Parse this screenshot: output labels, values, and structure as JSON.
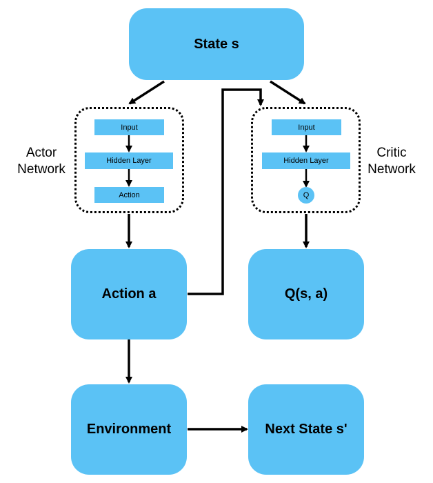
{
  "colors": {
    "node_fill": "#5BC2F5",
    "stroke": "#000000",
    "background": "#FFFFFF"
  },
  "nodes": {
    "state": "State s",
    "action": "Action a",
    "q_value": "Q(s, a)",
    "environment": "Environment",
    "next_state": "Next State s'"
  },
  "actor": {
    "label_line1": "Actor",
    "label_line2": "Network",
    "input": "Input",
    "hidden": "Hidden Layer",
    "output": "Action"
  },
  "critic": {
    "label_line1": "Critic",
    "label_line2": "Network",
    "input": "Input",
    "hidden": "Hidden Layer",
    "output": "Q"
  }
}
